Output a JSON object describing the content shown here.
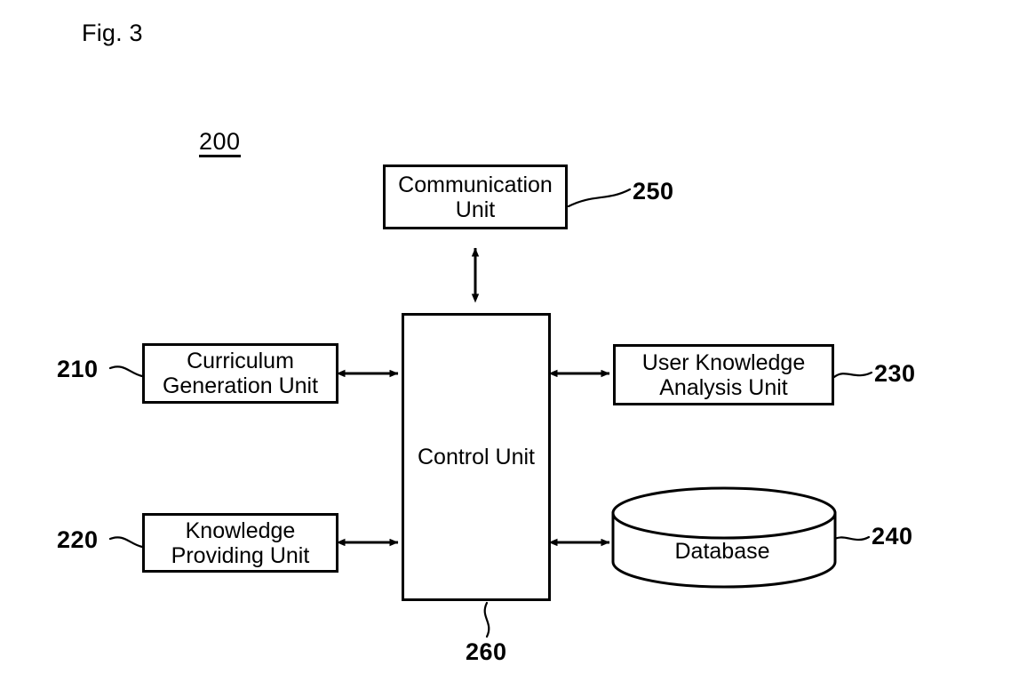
{
  "figure": {
    "caption": "Fig. 3",
    "system_ref": "200"
  },
  "blocks": {
    "communication_unit": {
      "label": "Communication\nUnit",
      "ref": "250",
      "shape": "rectangle"
    },
    "curriculum_generation_unit": {
      "label": "Curriculum\nGeneration Unit",
      "ref": "210",
      "shape": "rectangle"
    },
    "knowledge_providing_unit": {
      "label": "Knowledge\nProviding Unit",
      "ref": "220",
      "shape": "rectangle"
    },
    "control_unit": {
      "label": "Control Unit",
      "ref": "260",
      "shape": "rectangle"
    },
    "user_knowledge_analysis_unit": {
      "label": "User Knowledge\nAnalysis Unit",
      "ref": "230",
      "shape": "rectangle"
    },
    "database": {
      "label": "Database",
      "ref": "240",
      "shape": "cylinder"
    }
  },
  "connections": [
    {
      "from": "control_unit",
      "to": "communication_unit",
      "style": "double-arrow",
      "orientation": "vertical"
    },
    {
      "from": "curriculum_generation_unit",
      "to": "control_unit",
      "style": "double-arrow",
      "orientation": "horizontal"
    },
    {
      "from": "knowledge_providing_unit",
      "to": "control_unit",
      "style": "double-arrow",
      "orientation": "horizontal"
    },
    {
      "from": "control_unit",
      "to": "user_knowledge_analysis_unit",
      "style": "double-arrow",
      "orientation": "horizontal"
    },
    {
      "from": "control_unit",
      "to": "database",
      "style": "double-arrow",
      "orientation": "horizontal"
    }
  ],
  "colors": {
    "stroke": "#000000",
    "background": "#ffffff"
  }
}
